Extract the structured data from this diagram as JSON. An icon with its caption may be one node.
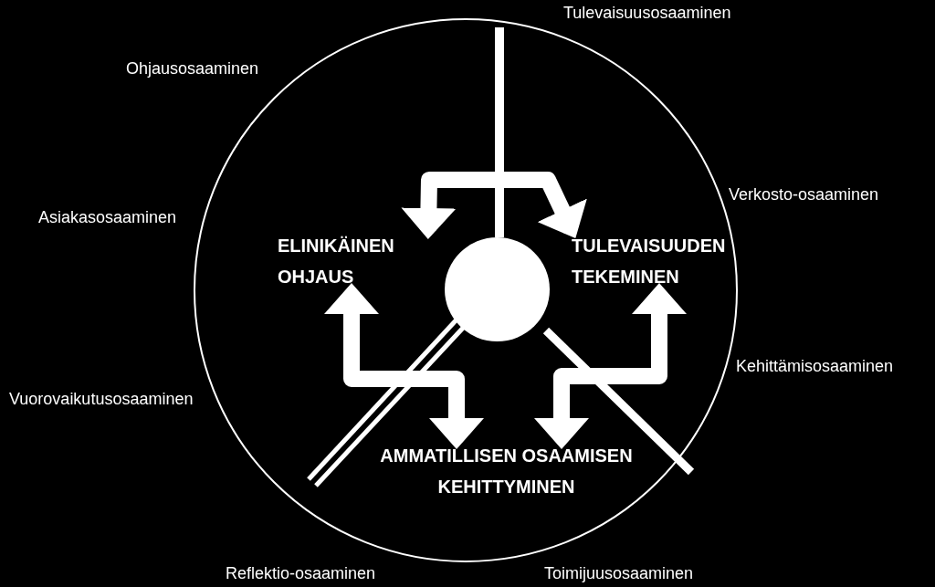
{
  "diagram": {
    "nodes": [
      {
        "text": [],
        "shape": "circle"
      },
      {
        "text": [
          "ELINIKÄINEN OHJAUS"
        ],
        "in": 0
      },
      {
        "text": [
          "TULEVAISUUDEN TEKEMINEN"
        ],
        "in": 0
      },
      {
        "text": [
          "AMMATILLISEN OSAAMISEN KEHITTYMINEN"
        ],
        "in": 0
      },
      {
        "text": [],
        "shape": "circle",
        "in": 0
      }
    ],
    "edges": [
      {
        "from": 1,
        "to": 2,
        "arrow": "both"
      },
      {
        "from": 1,
        "to": 3,
        "arrow": "both"
      },
      {
        "from": 2,
        "to": 3,
        "arrow": "both"
      }
    ],
    "labels": [
      "Tulevaisuusosaaminen",
      "Ohjausosaaminen",
      "Verkosto-osaaminen",
      "Asiakasosaaminen",
      "Kehittämisosaaminen",
      "Vuorovaikutusosaaminen",
      "Reflektio-osaaminen",
      "Toimijuusosaaminen"
    ]
  }
}
